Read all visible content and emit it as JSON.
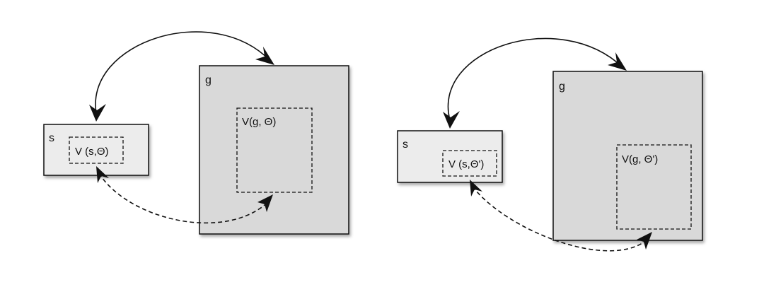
{
  "diagrams": [
    {
      "small_box_label": "s",
      "small_inner_label": "V (s,Θ)",
      "large_box_label": "g",
      "large_inner_label": "V(g, Θ)"
    },
    {
      "small_box_label": "s",
      "small_inner_label": "V (s,Θ')",
      "large_box_label": "g",
      "large_inner_label": "V(g, Θ')"
    }
  ],
  "colors": {
    "small_box_fill": "#ececec",
    "large_box_fill": "#d9d9d9",
    "stroke": "#111111"
  }
}
